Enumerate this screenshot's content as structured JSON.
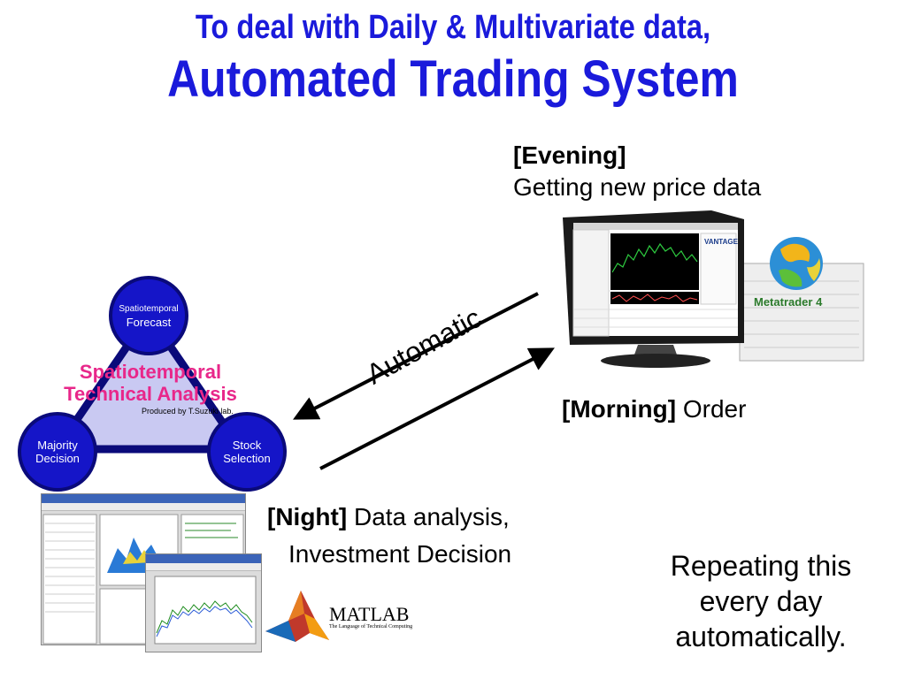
{
  "title": {
    "line1": "To deal with Daily & Multivariate data,",
    "line2": "Automated Trading System"
  },
  "evening": {
    "tag": "[Evening]",
    "text": "Getting new price data"
  },
  "morning": {
    "tag": "[Morning]",
    "text": "Order"
  },
  "night": {
    "tag": "[Night]",
    "text1": "Data analysis,",
    "text2": "Investment Decision"
  },
  "automatic": "Automatic",
  "repeat": {
    "line1": "Repeating this",
    "line2": "every day",
    "line3": "automatically."
  },
  "triangle": {
    "title_line1": "Spatiotemporal",
    "title_line2": "Technical Analysis",
    "produced_by": "Produced by T.Suzuki lab.",
    "top_node": {
      "small": "Spatiotemporal",
      "label": "Forecast"
    },
    "left_node": {
      "line1": "Majority",
      "line2": "Decision"
    },
    "right_node": {
      "line1": "Stock",
      "line2": "Selection"
    }
  },
  "logos": {
    "metatrader": "Metatrader 4",
    "matlab": "MATLAB",
    "matlab_tagline": "The Language of Technical Computing"
  },
  "colors": {
    "title": "#1a1adb",
    "node": "#1515c8",
    "triangle_fill": "#c9c9f2",
    "triangle_title": "#e8278a"
  }
}
